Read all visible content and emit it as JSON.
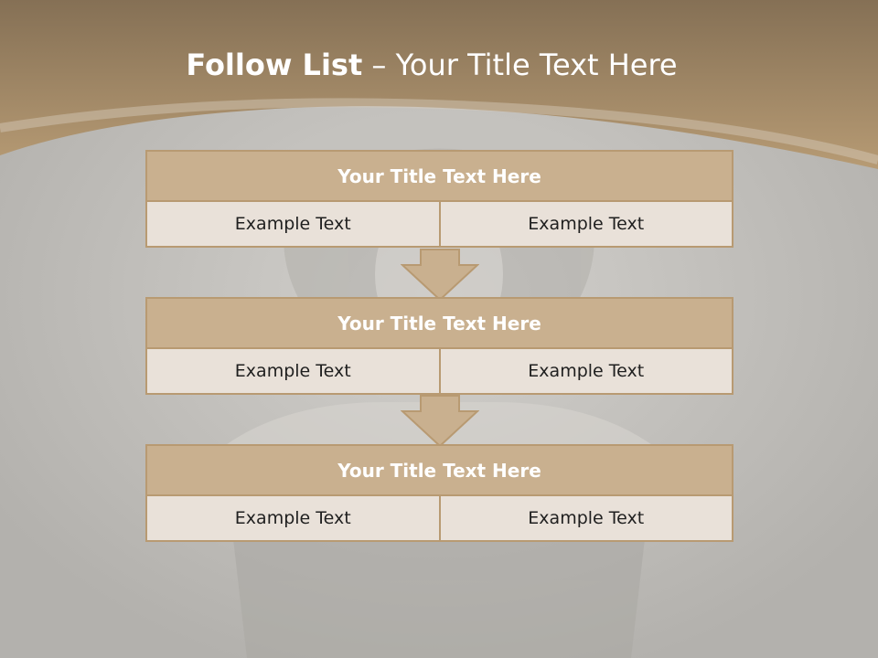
{
  "slide": {
    "title_bold": "Follow List",
    "title_rest": " – Your Title Text Here"
  },
  "colors": {
    "header_band": "#a68a66",
    "header_fill": "#c9b08f",
    "cell_fill": "#e9e1d9",
    "border": "#b89a72",
    "arrow": "#c9b08f"
  },
  "steps": [
    {
      "title": "Your Title Text Here",
      "left": "Example Text",
      "right": "Example Text"
    },
    {
      "title": "Your Title Text Here",
      "left": "Example Text",
      "right": "Example Text"
    },
    {
      "title": "Your Title Text Here",
      "left": "Example Text",
      "right": "Example Text"
    }
  ]
}
